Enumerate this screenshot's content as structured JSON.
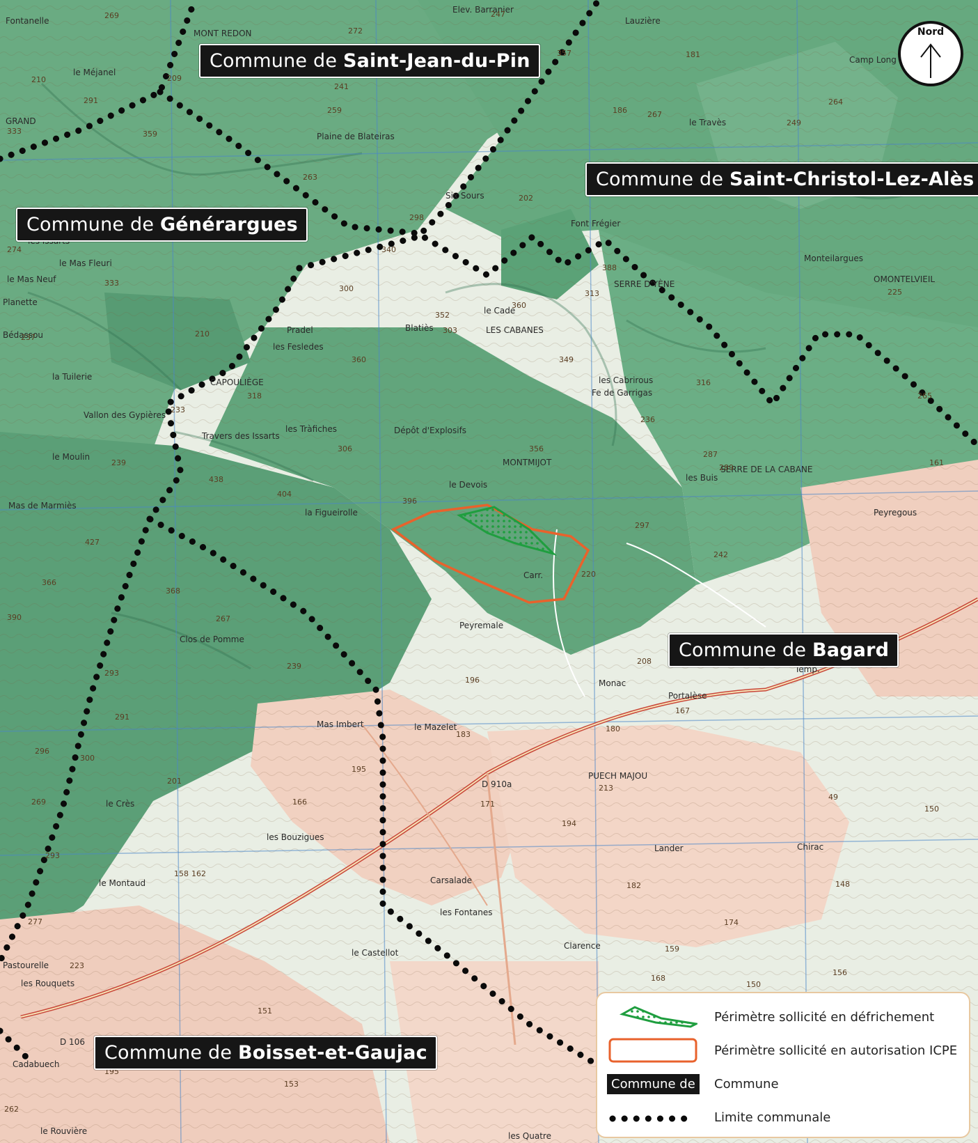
{
  "map": {
    "north_label": "Nord",
    "communes": [
      {
        "prefix": "Commune de ",
        "name": "Saint-Jean-du-Pin"
      },
      {
        "prefix": "Commune de ",
        "name": "Saint-Christol-Lez-Alès"
      },
      {
        "prefix": "Commune de ",
        "name": "Générargues"
      },
      {
        "prefix": "Commune de ",
        "name": "Bagard"
      },
      {
        "prefix": "Commune de ",
        "name": "Boisset-et-Gaujac"
      }
    ],
    "place_labels": [
      "Fontanelle",
      "MONT REDON",
      "le Méjanel",
      "Elev. Barranier",
      "Lauzière",
      "Camp Long",
      "GRAND",
      "Plaine de Blateiras",
      "le Travès",
      "Font Frégier",
      "Six Sours",
      "les Issarts",
      "Monteilargues",
      "OMONTELVIEIL",
      "SERRE D'YÈNE",
      "le Mas Fleuri",
      "le Mas Neuf",
      "Planette",
      "Bédassou",
      "la Tuilerie",
      "Pradel",
      "Blatiès",
      "le Cade",
      "LES CABANES",
      "CAPOULIÈGE",
      "les Fesledes",
      "les Cabrirous",
      "Fe de Garrigas",
      "Vallon des Gypières",
      "les Tràfiches",
      "Dépôt d'Explosifs",
      "Travers des Issarts",
      "MONTMIJOT",
      "le Moulin",
      "SERRE DE LA CABANE",
      "les Buis",
      "Peyregous",
      "Mas de Marmiès",
      "le Devois",
      "la Figueirolle",
      "Carr.",
      "Peyremale",
      "Clos de Pomme",
      "le Mazelet",
      "Mas Imbert",
      "Monac",
      "Portalèse",
      "PUECH MAJOU",
      "le Crès",
      "les Bouzigues",
      "Lander",
      "Chirac",
      "Carsalade",
      "les Fontanes",
      "le Montaud",
      "Clarence",
      "le Castellot",
      "Pastourelle",
      "les Rouquets",
      "Cadabuech",
      "le Rouvière",
      "les Quatre",
      "D 910a",
      "D 106",
      "Temp."
    ],
    "spot_heights": [
      "269",
      "272",
      "247",
      "210",
      "209",
      "291",
      "333",
      "359",
      "259",
      "241",
      "357",
      "181",
      "186",
      "267",
      "264",
      "249",
      "263",
      "202",
      "298",
      "340",
      "274",
      "333",
      "388",
      "313",
      "225",
      "300",
      "352",
      "303",
      "360",
      "349",
      "237",
      "210",
      "360",
      "318",
      "316",
      "265",
      "236",
      "233",
      "306",
      "356",
      "287",
      "239",
      "438",
      "404",
      "396",
      "289",
      "161",
      "297",
      "242",
      "220",
      "427",
      "366",
      "368",
      "390",
      "267",
      "293",
      "291",
      "239",
      "196",
      "208",
      "167",
      "180",
      "183",
      "296",
      "300",
      "201",
      "195",
      "166",
      "171",
      "213",
      "49",
      "150",
      "194",
      "269",
      "293",
      "148",
      "182",
      "158",
      "162",
      "174",
      "159",
      "156",
      "168",
      "150",
      "277",
      "223",
      "151",
      "195",
      "153",
      "262"
    ]
  },
  "legend": {
    "items": [
      {
        "symbol": "green-hatched-polygon",
        "label": "Périmètre sollicité en défrichement"
      },
      {
        "symbol": "orange-outline-rectangle",
        "label": "Périmètre sollicité en autorisation ICPE"
      },
      {
        "symbol": "black-label-box",
        "sample": "Commune de",
        "label": "Commune"
      },
      {
        "symbol": "dotted-line",
        "label": "Limite communale"
      }
    ]
  },
  "colors": {
    "forest": "#5fa57c",
    "forest_dark": "#3f8a62",
    "open_land": "#e9eee4",
    "urban": "#f3d4c4",
    "grid": "#4a86c8",
    "defrichement": "#1f9e3f",
    "icpe": "#e8622c",
    "label_bg": "#161616"
  }
}
